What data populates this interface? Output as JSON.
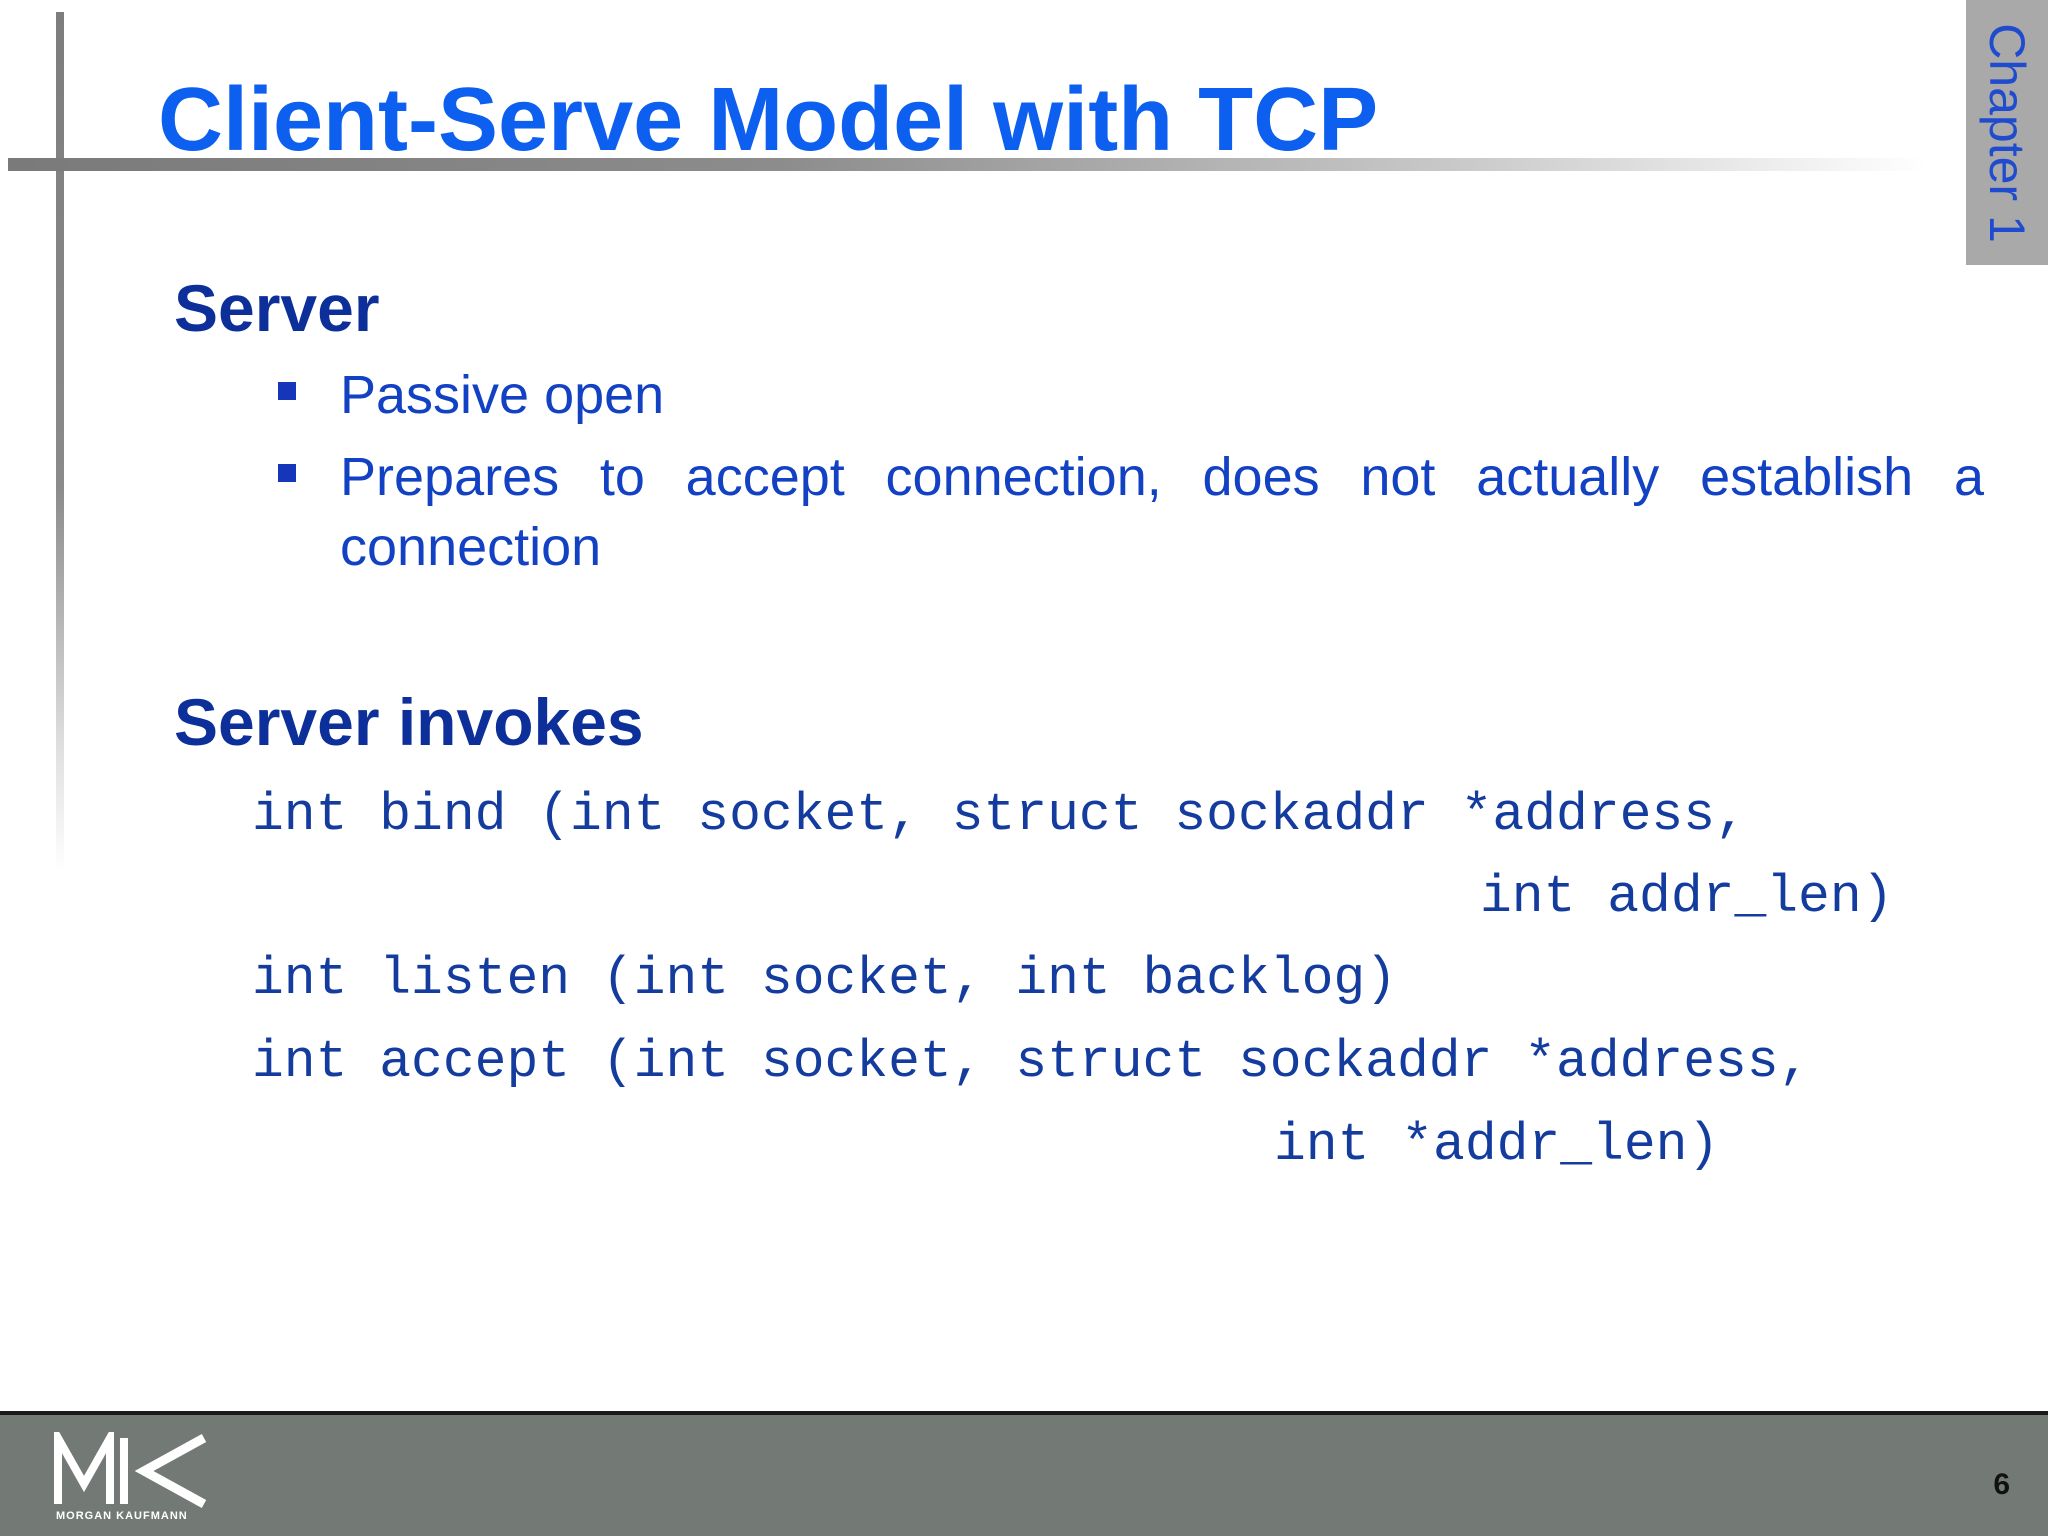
{
  "slide": {
    "title": "Client-Serve Model with TCP",
    "chapter_tab": "Chapter 1",
    "page_number": "6"
  },
  "section1": {
    "heading": "Server",
    "bullets": [
      "Passive open",
      "Prepares to accept connection, does not actually establish a connection"
    ]
  },
  "section2": {
    "heading": "Server invokes",
    "code_lines": [
      "int bind (int socket, struct sockaddr *address,",
      "int addr_len)",
      "int listen (int socket, int backlog)",
      "int accept (int socket, struct sockaddr *address,",
      "int *addr_len)"
    ]
  },
  "footer": {
    "logo_text": "MK",
    "logo_subtext": "MORGAN KAUFMANN"
  },
  "colors": {
    "title": "#0d5ff0",
    "body_text": "#1241c4",
    "heading_text": "#0c2f99",
    "code_text": "#143c9f",
    "footer_bg": "#737a76",
    "chapter_tab_bg": "#a9a9a9"
  }
}
